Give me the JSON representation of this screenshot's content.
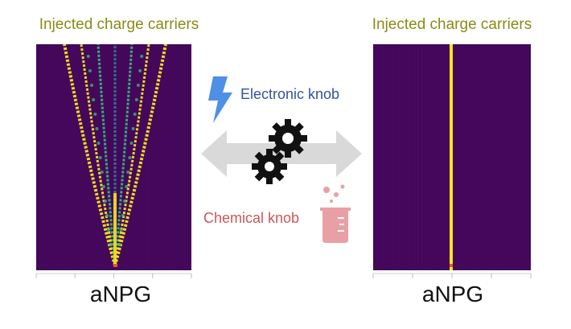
{
  "colors": {
    "heading": "#8c8a14",
    "electronic": "#33539e",
    "chemical": "#c9575c",
    "panel_bg": "#46085c",
    "band_bright": "#f4e61c",
    "band_mid": "#35b779",
    "band_dim": "#2b7d8e",
    "arrow": "#d9d9d9",
    "bolt": "#4d90e6",
    "gear": "#111111",
    "beaker": "#e8a0a4",
    "source_dot": "#e25a2a"
  },
  "panels": [
    {
      "id": "left",
      "heading": "Injected charge carriers",
      "label": "aNPG",
      "pattern": "spreading"
    },
    {
      "id": "right",
      "heading": "Injected charge carriers",
      "label": "aNPG",
      "pattern": "localized"
    }
  ],
  "center": {
    "electronic_label": "Electronic knob",
    "chemical_label": "Chemical knob",
    "icons": [
      "lightning-bolt-icon",
      "gears-icon",
      "beaker-icon",
      "double-arrow-icon"
    ]
  }
}
